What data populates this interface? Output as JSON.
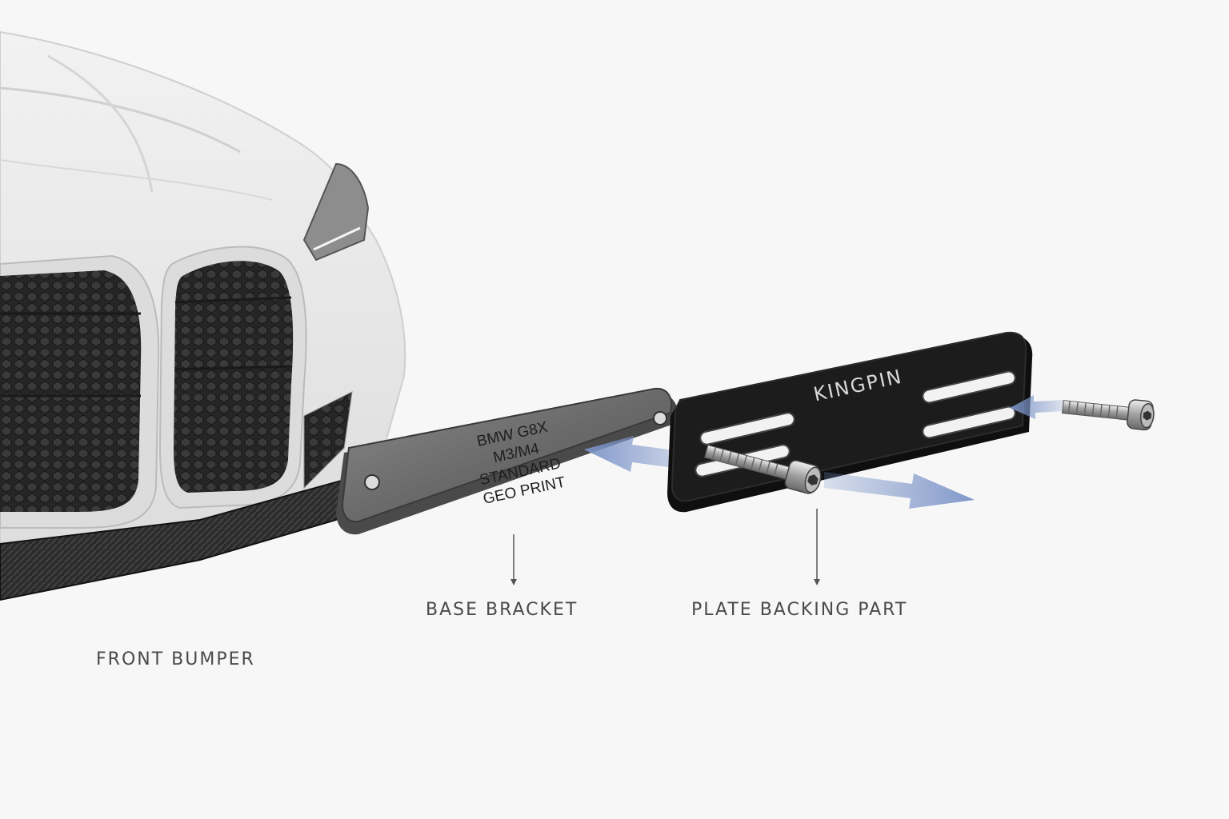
{
  "labels": {
    "front_bumper": "FRONT BUMPER",
    "base_bracket": "BASE BRACKET",
    "plate_backing_part": "PLATE BACKING PART"
  },
  "base_bracket_engraving": {
    "line1": "BMW G8X",
    "line2": "M3/M4",
    "line3": "STANDARD",
    "line4": "GEO PRINT"
  },
  "plate_brand": "KINGPIN",
  "colors": {
    "background": "#f7f7f7",
    "car_body": "#e9e9e9",
    "grille_dark": "#2e2e2e",
    "bracket_steel": "#6d6d6d",
    "plate_black": "#1c1c1c",
    "arrow_blue": "#7b93c8",
    "label_text": "#4a4a4a"
  }
}
